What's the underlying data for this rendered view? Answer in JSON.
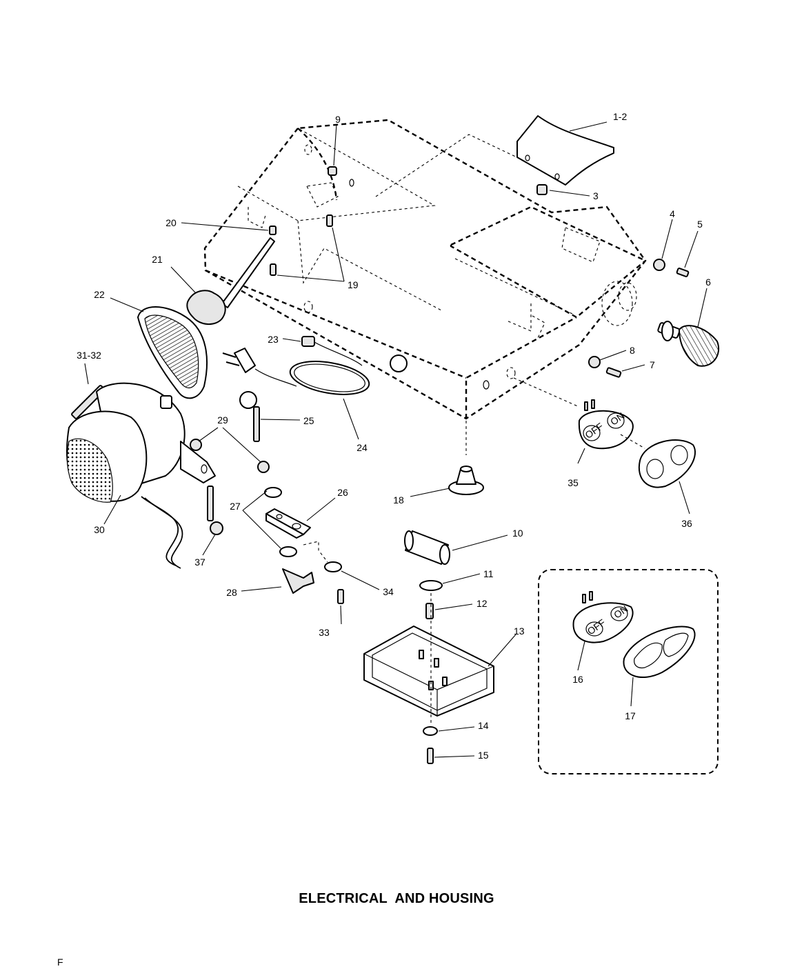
{
  "caption": "ELECTRICAL  AND HOUSING",
  "corner_mark": "F",
  "callouts": [
    "1-2",
    "3",
    "4",
    "5",
    "6",
    "7",
    "8",
    "9",
    "10",
    "11",
    "12",
    "13",
    "14",
    "15",
    "16",
    "17",
    "18",
    "19",
    "20",
    "21",
    "22",
    "23",
    "24",
    "25",
    "26",
    "27",
    "28",
    "29",
    "30",
    "31-32",
    "33",
    "34",
    "35",
    "36",
    "37"
  ],
  "switch_labels": {
    "off": "OFF",
    "on": "ON"
  }
}
